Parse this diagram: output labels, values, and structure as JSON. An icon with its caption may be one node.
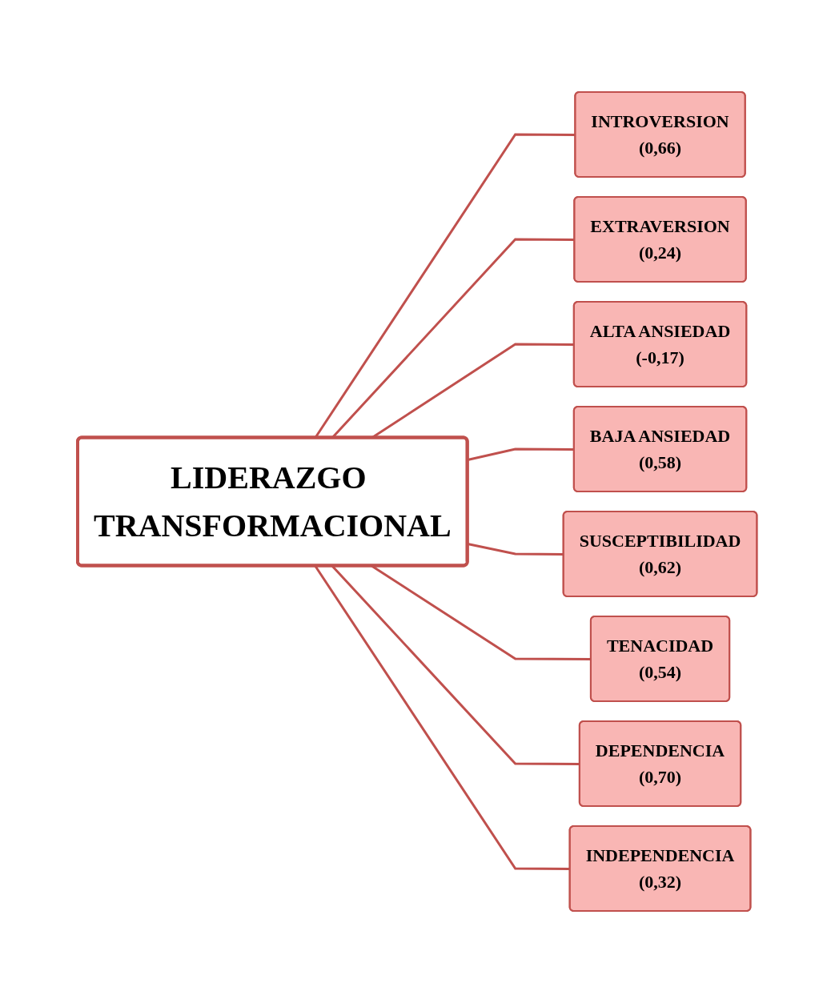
{
  "diagram": {
    "nodes": [
      {
        "text": [
          "LIDERAZGO TRANSFORMACIONAL"
        ]
      },
      {
        "text": [
          "INTROVERSION",
          "(0,66)"
        ]
      },
      {
        "text": [
          "EXTRAVERSION",
          "(0,24)"
        ]
      },
      {
        "text": [
          "ALTA ANSIEDAD",
          "(-0,17)"
        ]
      },
      {
        "text": [
          "BAJA ANSIEDAD",
          "(0,58)"
        ]
      },
      {
        "text": [
          "SUSCEPTIBILIDAD",
          "(0,62)"
        ]
      },
      {
        "text": [
          "TENACIDAD",
          "(0,54)"
        ]
      },
      {
        "text": [
          "DEPENDENCIA",
          "(0,70)"
        ]
      },
      {
        "text": [
          "INDEPENDENCIA",
          "(0,32)"
        ]
      }
    ],
    "edges": [
      {
        "from": 0,
        "to": 1,
        "arrow": "none"
      },
      {
        "from": 0,
        "to": 2,
        "arrow": "none"
      },
      {
        "from": 0,
        "to": 3,
        "arrow": "none"
      },
      {
        "from": 0,
        "to": 4,
        "arrow": "none"
      },
      {
        "from": 0,
        "to": 5,
        "arrow": "none"
      },
      {
        "from": 0,
        "to": 6,
        "arrow": "none"
      },
      {
        "from": 0,
        "to": 7,
        "arrow": "none"
      },
      {
        "from": 0,
        "to": 8,
        "arrow": "none"
      }
    ]
  }
}
